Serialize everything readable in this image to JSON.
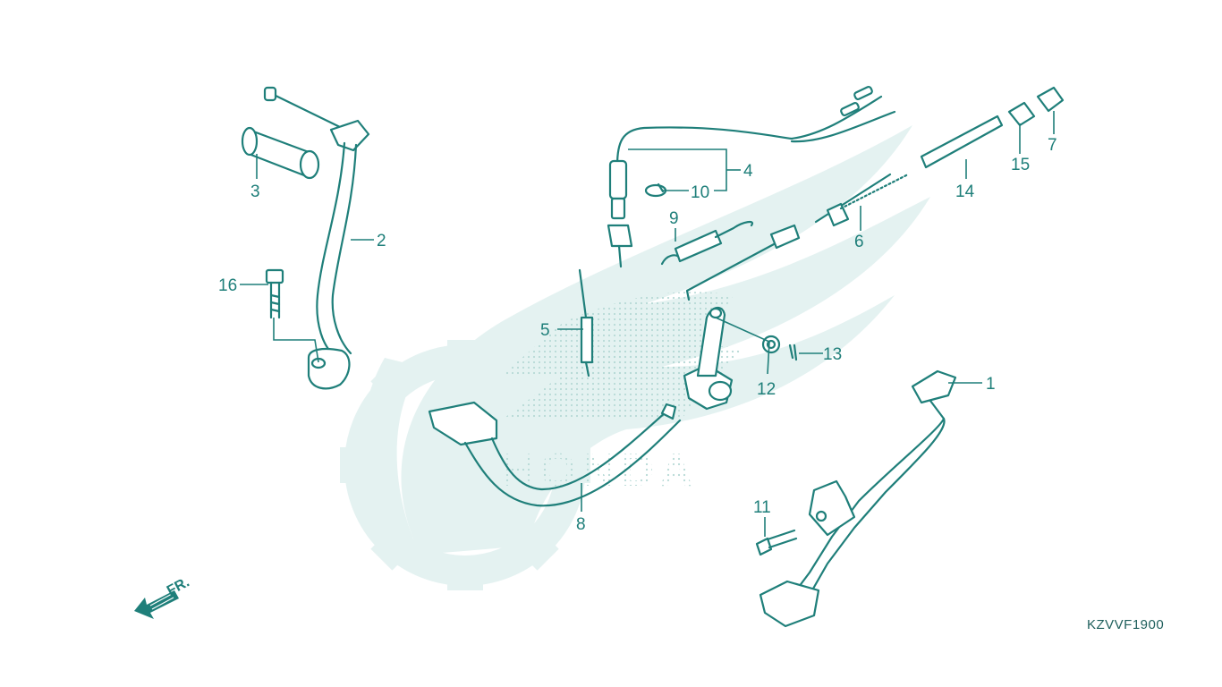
{
  "diagram": {
    "drawing_code": "KZVVF1900",
    "direction_label": "FR.",
    "watermark_text": "HONDA",
    "colors": {
      "line": "#1f7f7a",
      "watermark": "#dcefee",
      "text": "#1f7f7a"
    },
    "callouts": [
      {
        "id": "1",
        "label": "1"
      },
      {
        "id": "2",
        "label": "2"
      },
      {
        "id": "3",
        "label": "3"
      },
      {
        "id": "4",
        "label": "4"
      },
      {
        "id": "5",
        "label": "5"
      },
      {
        "id": "6",
        "label": "6"
      },
      {
        "id": "7",
        "label": "7"
      },
      {
        "id": "8",
        "label": "8"
      },
      {
        "id": "9",
        "label": "9"
      },
      {
        "id": "10",
        "label": "10"
      },
      {
        "id": "11",
        "label": "11"
      },
      {
        "id": "12",
        "label": "12"
      },
      {
        "id": "13",
        "label": "13"
      },
      {
        "id": "14",
        "label": "14"
      },
      {
        "id": "15",
        "label": "15"
      },
      {
        "id": "16",
        "label": "16"
      }
    ]
  }
}
